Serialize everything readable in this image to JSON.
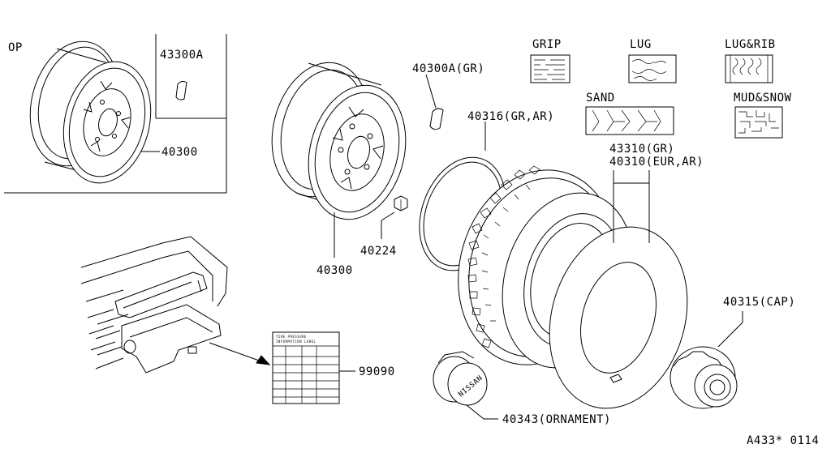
{
  "op_inset": {
    "title": "OP",
    "part_small": "43300A",
    "part_wheel": "40300"
  },
  "parts": {
    "weight_gr": "40300A(GR)",
    "wheel": "40300",
    "nut": "40224",
    "flap": "40316(GR,AR)",
    "tire_gr": "43310(GR)",
    "tire_eur": "40310(EUR,AR)",
    "cap": "40315(CAP)",
    "ornament": "40343(ORNAMENT)",
    "label": "99090"
  },
  "tread_patterns": [
    "GRIP",
    "LUG",
    "LUG&RIB",
    "SAND",
    "MUD&SNOW"
  ],
  "placard": {
    "line1": "TIRE PRESSURE",
    "line2": "INFORMATION LABEL"
  },
  "ornament_text": "NISSAN",
  "diagram_code": "A433* 0114"
}
